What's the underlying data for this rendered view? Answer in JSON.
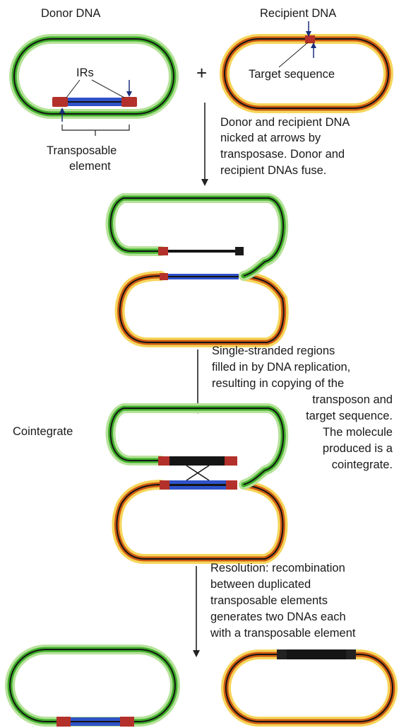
{
  "labels": {
    "donor_dna": "Donor DNA",
    "recipient_dna": "Recipient DNA",
    "irs": "IRs",
    "target_sequence": "Target sequence",
    "transposable_element": [
      "Transposable",
      "element"
    ],
    "plus": "+",
    "cointegrate": "Cointegrate"
  },
  "steps": [
    {
      "lines": [
        "Donor and recipient DNA",
        "nicked at arrows by",
        "transposase. Donor and",
        "recipient DNAs fuse."
      ]
    },
    {
      "lines": [
        "Single-stranded regions",
        "filled in by  DNA replication,",
        "resulting in copying of the",
        "transposon and",
        "target sequence.",
        "The molecule",
        "produced is a",
        "cointegrate."
      ]
    },
    {
      "lines": [
        "Resolution: recombination",
        "between duplicated",
        "transposable elements",
        "generates two DNAs each",
        "with a transposable element"
      ]
    }
  ],
  "colors": {
    "donor_strand": "#3fae2a",
    "donor_glow": "#b6e29a",
    "recipient_strand": "#cf5a12",
    "recipient_glow": "#f6d55a",
    "transposon": "#2f52c9",
    "inverted_repeat": "#b3312a",
    "backbone": "#151515"
  }
}
